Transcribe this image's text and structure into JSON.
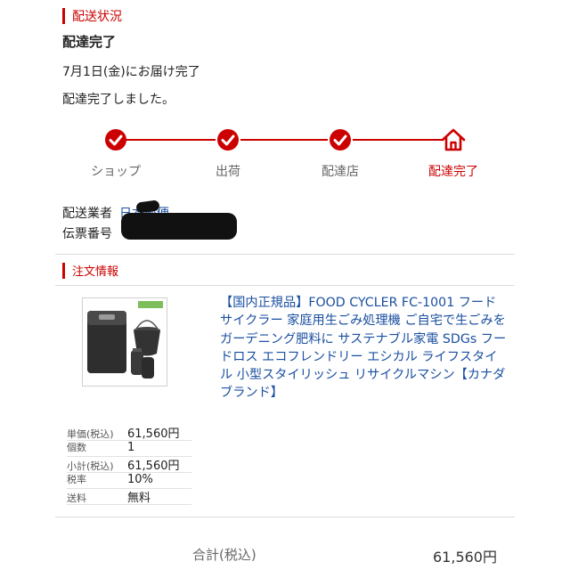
{
  "colors": {
    "accent": "#cc0000",
    "link": "#1a4fa0",
    "muted": "#666666"
  },
  "delivery": {
    "section_title": "配送状況",
    "status": "配達完了",
    "date_text": "7月1日(金)にお届け完了",
    "message": "配達完了しました。"
  },
  "tracker": {
    "steps": [
      {
        "label": "ショップ",
        "icon": "check-circle-icon"
      },
      {
        "label": "出荷",
        "icon": "check-circle-icon"
      },
      {
        "label": "配達店",
        "icon": "check-circle-icon"
      },
      {
        "label": "配達完了",
        "icon": "home-icon"
      }
    ]
  },
  "shipping": {
    "carrier_key": "配送業者",
    "carrier_value": "日本郵便",
    "tracking_key": "伝票番号"
  },
  "order": {
    "section_title": "注文情報",
    "product_title": "【国内正規品】FOOD CYCLER FC-1001 フードサイクラー 家庭用生ごみ処理機 ご自宅で生ごみをガーデニング肥料に サステナブル家電 SDGs フードロス エコフレンドリー エシカル ライフスタイル 小型スタイリッシュ リサイクルマシン【カナダブランド】",
    "details": [
      {
        "key": "単価(税込)",
        "value": "61,560円"
      },
      {
        "key": "個数",
        "value": "1"
      },
      {
        "key": "小計(税込)",
        "value": "61,560円"
      },
      {
        "key": "税率",
        "value": "10%"
      },
      {
        "key": "送料",
        "value": "無料"
      }
    ],
    "total_label": "合計(税込)",
    "total_value": "61,560円"
  }
}
